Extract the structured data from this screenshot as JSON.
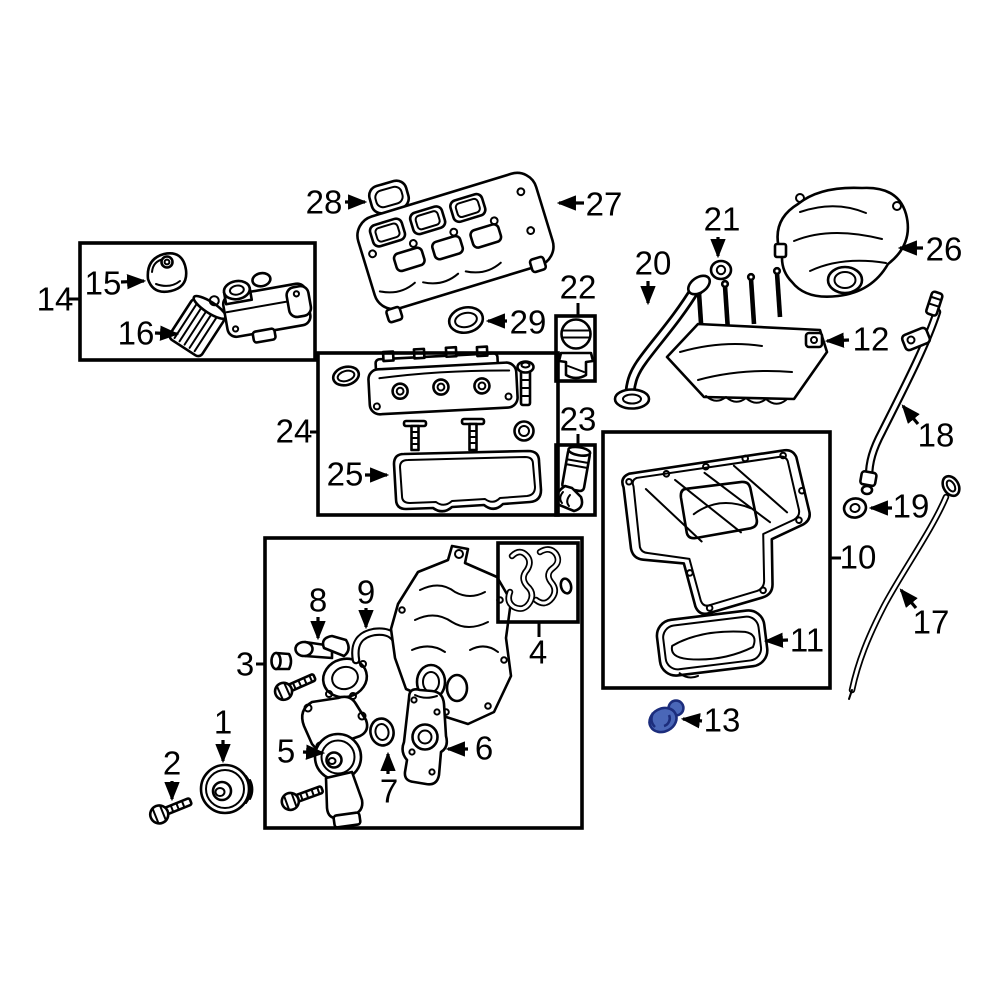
{
  "diagram": {
    "background_color": "#ffffff",
    "line_color": "#000000",
    "highlighted_part": {
      "label": "13",
      "fill_color": "#4a67b8",
      "outline_color": "#1c2d7c"
    },
    "labels": {
      "p1": "1",
      "p2": "2",
      "p3": "3",
      "p4": "4",
      "p5": "5",
      "p6": "6",
      "p7": "7",
      "p8": "8",
      "p9": "9",
      "p10": "10",
      "p11": "11",
      "p12": "12",
      "p13": "13",
      "p14": "14",
      "p15": "15",
      "p16": "16",
      "p17": "17",
      "p18": "18",
      "p19": "19",
      "p20": "20",
      "p21": "21",
      "p22": "22",
      "p23": "23",
      "p24": "24",
      "p25": "25",
      "p26": "26",
      "p27": "27",
      "p28": "28",
      "p29": "29"
    }
  }
}
